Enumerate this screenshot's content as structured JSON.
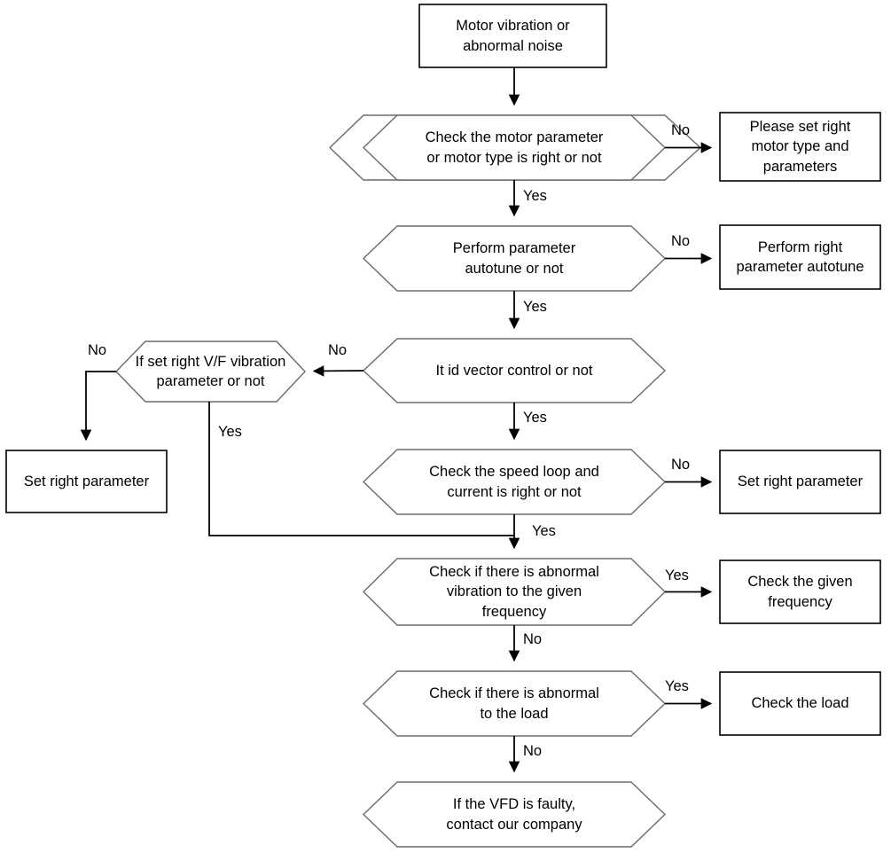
{
  "diagram": {
    "title": "Motor vibration or abnormal noise troubleshooting flowchart",
    "colors": {
      "background": "#ffffff",
      "box_stroke": "#000000",
      "hexagon_stroke": "#6b6b6b",
      "connector": "#000000",
      "text": "#000000"
    },
    "nodes": {
      "start": {
        "label": "Motor vibration or\nabnormal noise",
        "shape": "rectangle"
      },
      "check_motor_param": {
        "label": "Check the motor parameter\nor motor type is right or not",
        "shape": "hexagon"
      },
      "set_right_motor": {
        "label": "Please set right\nmotor type and\nparameters",
        "shape": "rectangle"
      },
      "perform_autotune": {
        "label": "Perform parameter\nautotune or not",
        "shape": "hexagon"
      },
      "perform_right_autotune": {
        "label": "Perform right\nparameter autotune",
        "shape": "rectangle"
      },
      "vector_control": {
        "label": "It id vector control or not",
        "shape": "hexagon"
      },
      "vf_vibration": {
        "label": "If set right V/F vibration\nparameter or not",
        "shape": "hexagon"
      },
      "set_right_parameter_left": {
        "label": "Set right parameter",
        "shape": "rectangle"
      },
      "speed_loop": {
        "label": "Check the speed loop and\ncurrent is right or not",
        "shape": "hexagon"
      },
      "set_right_parameter_right": {
        "label": "Set right parameter",
        "shape": "rectangle"
      },
      "abnormal_vibration": {
        "label": "Check if there is abnormal\nvibration to the given\nfrequency",
        "shape": "hexagon"
      },
      "check_given_frequency": {
        "label": "Check the given\nfrequency",
        "shape": "rectangle"
      },
      "abnormal_load": {
        "label": "Check if there is abnormal\nto the load",
        "shape": "hexagon"
      },
      "check_load": {
        "label": "Check the load",
        "shape": "rectangle"
      },
      "vfd_faulty": {
        "label": "If the VFD is faulty,\ncontact our company",
        "shape": "hexagon"
      }
    },
    "edge_labels": {
      "motor_no": "No",
      "motor_yes": "Yes",
      "autotune_no": "No",
      "autotune_yes": "Yes",
      "vector_no": "No",
      "vector_yes": "Yes",
      "vf_no": "No",
      "vf_yes": "Yes",
      "speed_no": "No",
      "speed_yes": "Yes",
      "vibration_yes": "Yes",
      "vibration_no": "No",
      "load_yes": "Yes",
      "load_no": "No"
    }
  }
}
